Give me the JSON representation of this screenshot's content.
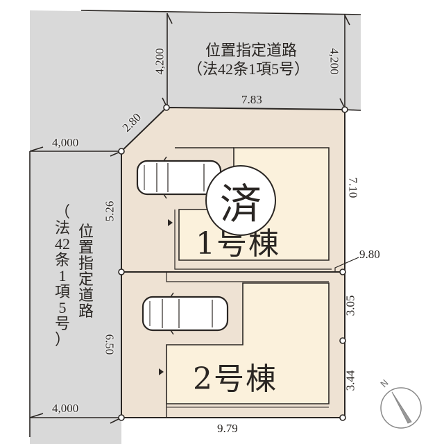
{
  "top_road": {
    "name": "位置指定道路",
    "legal": "（法42条1項5号）",
    "width_left": "4,200",
    "width_right": "4,200"
  },
  "left_road": {
    "name_chars": [
      "位",
      "置",
      "指",
      "定",
      "道",
      "路"
    ],
    "legal_chars": [
      "（",
      "法",
      "42",
      "条",
      "1",
      "項",
      "5",
      "号",
      "）"
    ],
    "width_top": "4,000",
    "width_bottom": "4,000"
  },
  "dimensions": {
    "top_edge": "7.83",
    "corner_cut": "2.80",
    "left_lot1": "5.26",
    "left_lot2": "6.50",
    "right_lot1": "7.10",
    "divider_right": "9.80",
    "right_lot2_upper": "3.05",
    "right_lot2_lower": "3.44",
    "bottom_edge": "9.79"
  },
  "lots": [
    {
      "label": "1号棟",
      "status": "済"
    },
    {
      "label": "2号棟",
      "status": ""
    }
  ],
  "compass": {
    "north_label": "N"
  },
  "colors": {
    "road": "#d9d9d9",
    "lot": "#eee2d3",
    "building": "#fbf1dc",
    "line": "#2a2623",
    "sold_bg": "#ffffff"
  }
}
